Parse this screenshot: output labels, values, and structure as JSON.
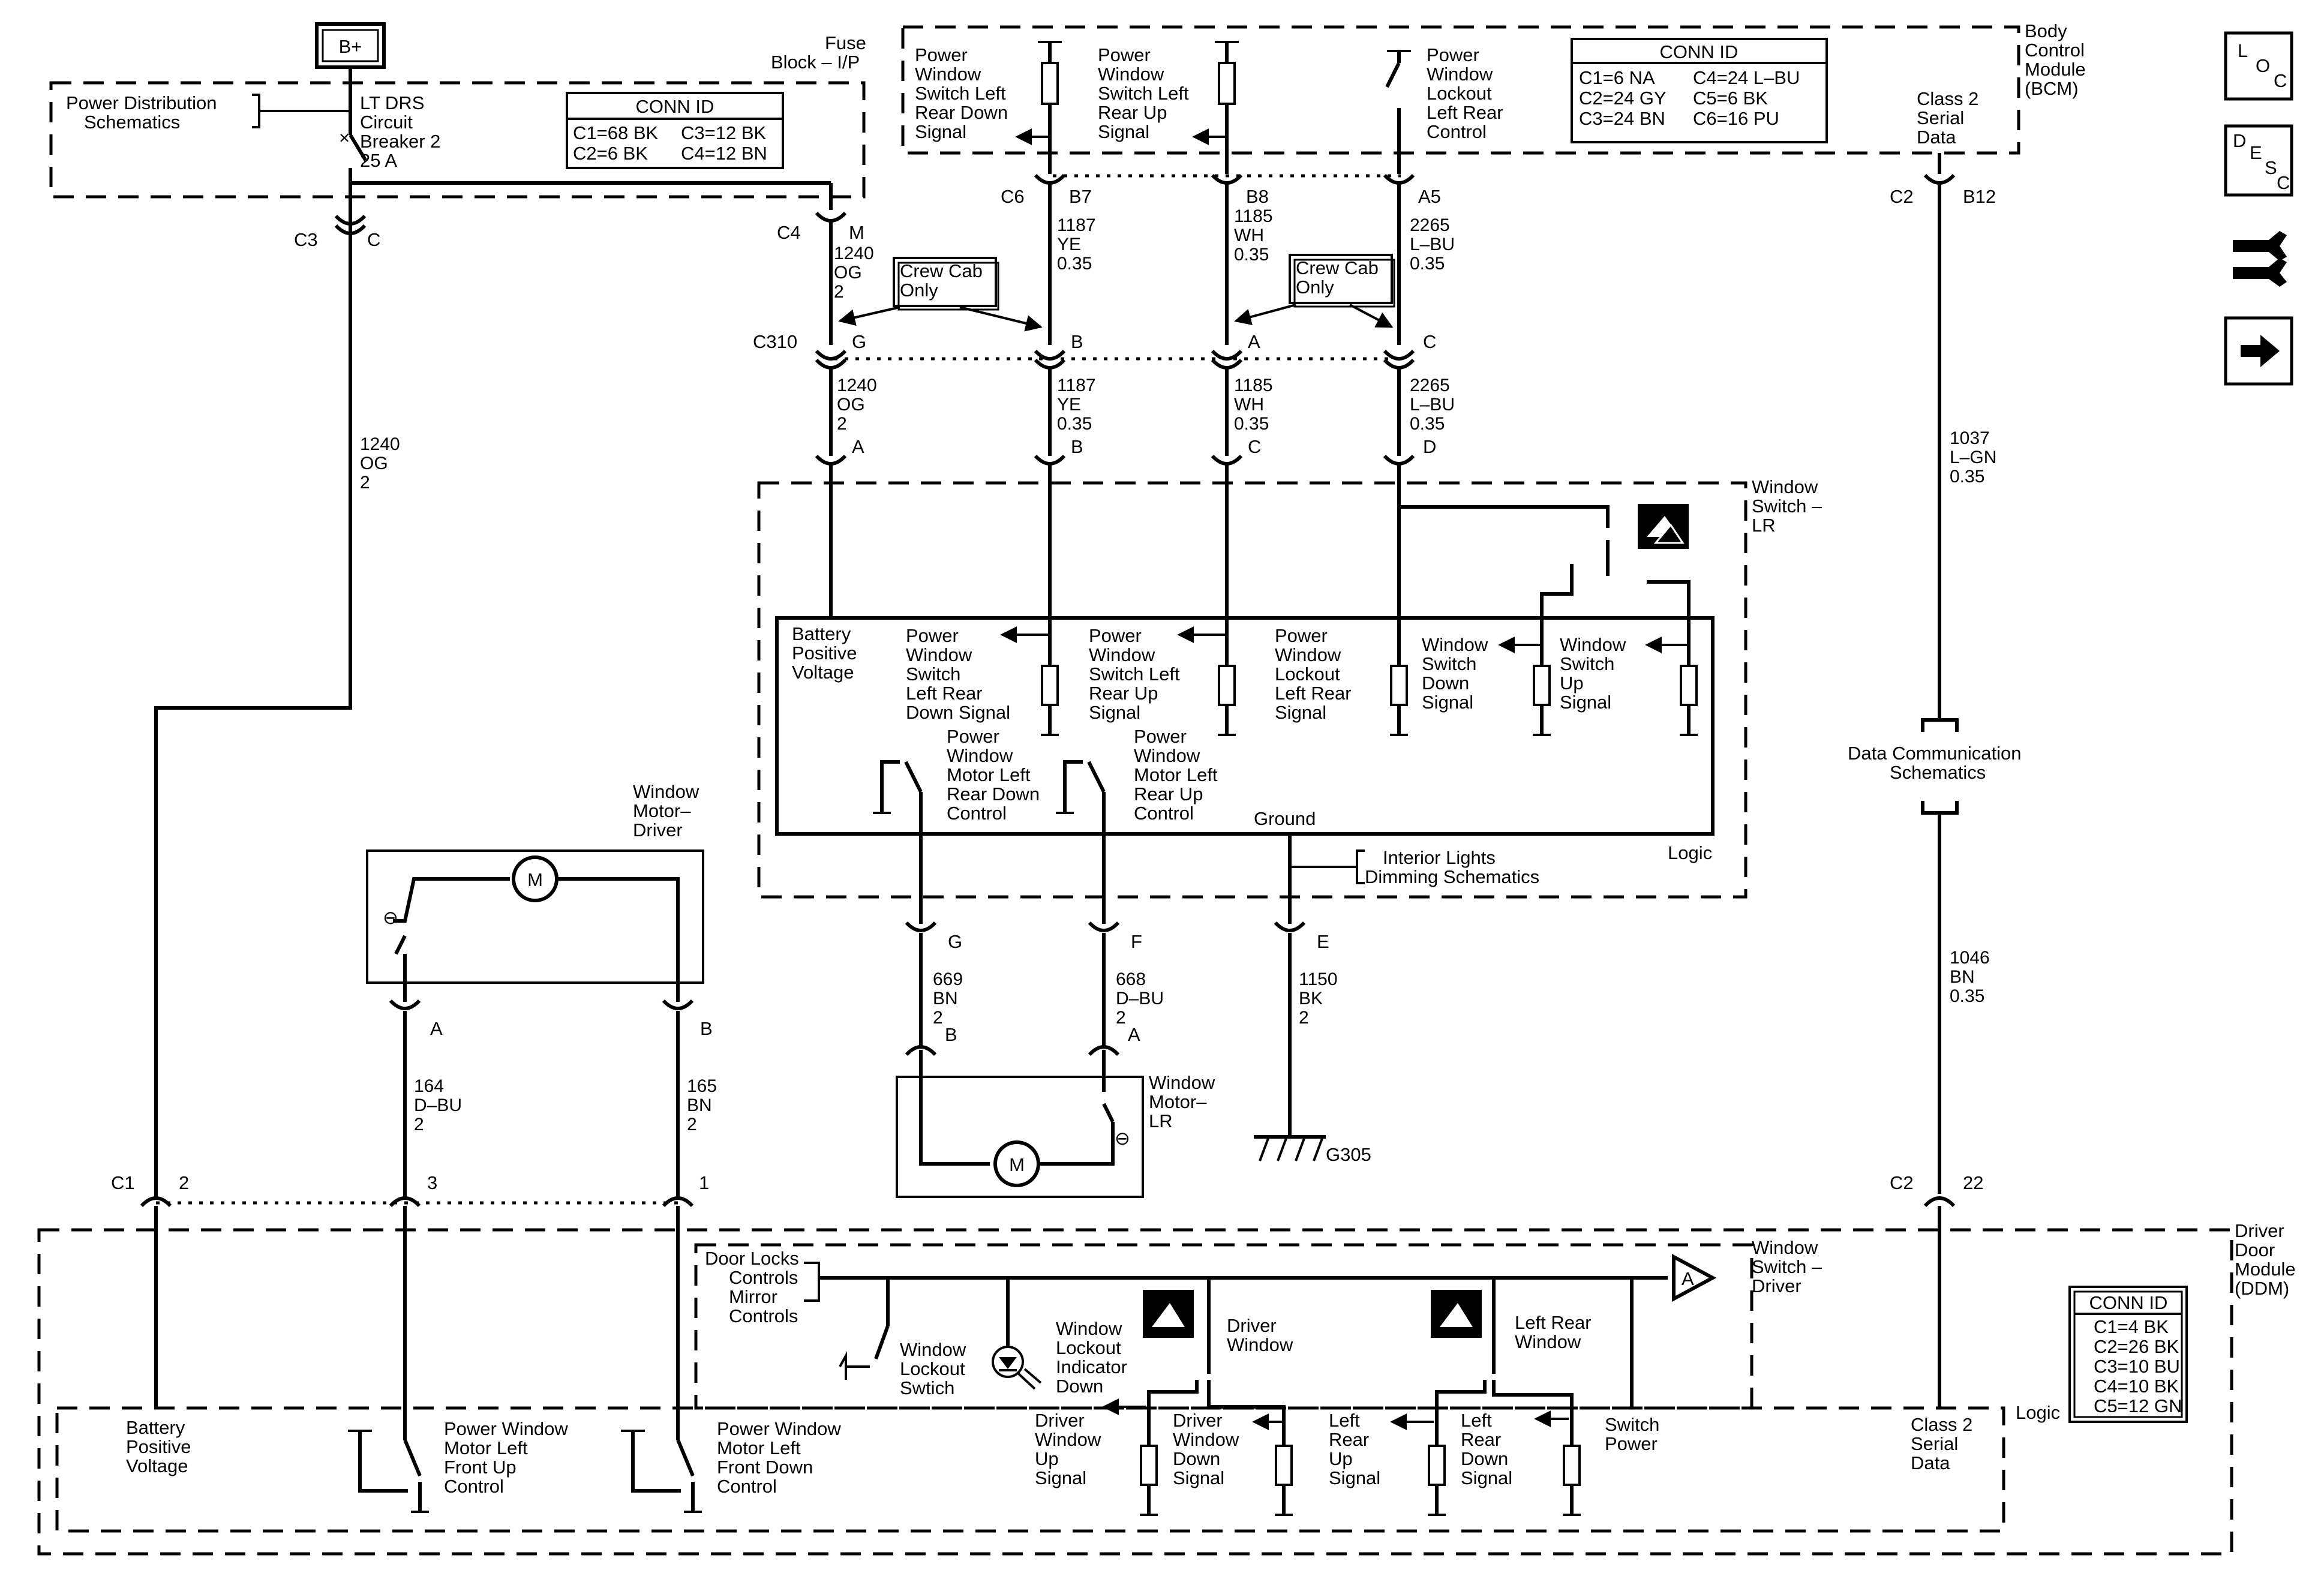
{
  "battery": "B+",
  "fuse_block": [
    "Fuse",
    "Block – I/P"
  ],
  "power_distribution": [
    "Power Distribution",
    "Schematics"
  ],
  "circuit_breaker": [
    "LT DRS",
    "Circuit",
    "Breaker 2",
    "25 A"
  ],
  "fuse_conn": {
    "title": "CONN ID",
    "rows": [
      [
        "C1=68 BK",
        "C3=12 BK"
      ],
      [
        "C2=6 BK",
        "C4=12 BN"
      ]
    ]
  },
  "bcm": {
    "name": [
      "Body",
      "Control",
      "Module",
      "(BCM)"
    ],
    "signals": [
      [
        "Power",
        "Window",
        "Switch Left",
        "Rear Down",
        "Signal"
      ],
      [
        "Power",
        "Window",
        "Switch Left",
        "Rear Up",
        "Signal"
      ],
      [
        "Power",
        "Window",
        "Lockout",
        "Left Rear",
        "Control"
      ]
    ],
    "class2": [
      "Class 2",
      "Serial",
      "Data"
    ],
    "conn": {
      "title": "CONN ID",
      "rows": [
        [
          "C1=6 NA",
          "C4=24 L–BU"
        ],
        [
          "C2=24 GY",
          "C5=6 BK"
        ],
        [
          "C3=24 BN",
          "C6=16 PU"
        ]
      ]
    }
  },
  "crew_cab": [
    "Crew Cab",
    "Only"
  ],
  "connectors": {
    "c3": "C3",
    "c": "C",
    "c4": "C4",
    "m": "M",
    "c6": "C6",
    "b7": "B7",
    "b8": "B8",
    "a5": "A5",
    "c2_top": "C2",
    "b12": "B12",
    "c310": "C310",
    "g": "G",
    "b": "B",
    "a": "A",
    "cc": "C",
    "ls_a": "A",
    "ls_b": "B",
    "ls_c": "C",
    "ls_d": "D",
    "ls_g": "G",
    "ls_f": "F",
    "ls_e": "E",
    "m_b": "B",
    "m_a": "A",
    "dm_a": "A",
    "dm_b": "B",
    "c1": "C1",
    "p2": "2",
    "p3": "3",
    "p1": "1",
    "c2_bot": "C2",
    "p22": "22"
  },
  "wires": {
    "w1240_main": [
      "1240",
      "OG",
      "2"
    ],
    "w1240_c4": [
      "1240",
      "OG",
      "2"
    ],
    "w1240_lr": [
      "1240",
      "OG",
      "2"
    ],
    "w1187_top": [
      "1187",
      "YE",
      "0.35"
    ],
    "w1187_bot": [
      "1187",
      "YE",
      "0.35"
    ],
    "w1185_top": [
      "1185",
      "WH",
      "0.35"
    ],
    "w1185_bot": [
      "1185",
      "WH",
      "0.35"
    ],
    "w2265_top": [
      "2265",
      "L–BU",
      "0.35"
    ],
    "w2265_bot": [
      "2265",
      "L–BU",
      "0.35"
    ],
    "w1037": [
      "1037",
      "L–GN",
      "0.35"
    ],
    "w1046": [
      "1046",
      "BN",
      "0.35"
    ],
    "w669": [
      "669",
      "BN",
      "2"
    ],
    "w668": [
      "668",
      "D–BU",
      "2"
    ],
    "w1150": [
      "1150",
      "BK",
      "2"
    ],
    "w164": [
      "164",
      "D–BU",
      "2"
    ],
    "w165": [
      "165",
      "BN",
      "2"
    ]
  },
  "window_switch_lr": {
    "name": [
      "Window",
      "Switch –",
      "LR"
    ],
    "batt": [
      "Battery",
      "Positive",
      "Voltage"
    ],
    "sig_down": [
      "Power",
      "Window",
      "Switch",
      "Left Rear",
      "Down Signal"
    ],
    "sig_up": [
      "Power",
      "Window",
      "Switch Left",
      "Rear Up",
      "Signal"
    ],
    "lockout": [
      "Power",
      "Window",
      "Lockout",
      "Left Rear",
      "Signal"
    ],
    "sw_down": [
      "Window",
      "Switch",
      "Down",
      "Signal"
    ],
    "sw_up": [
      "Window",
      "Switch",
      "Up",
      "Signal"
    ],
    "motor_down": [
      "Power",
      "Window",
      "Motor Left",
      "Rear Down",
      "Control"
    ],
    "motor_up": [
      "Power",
      "Window",
      "Motor Left",
      "Rear Up",
      "Control"
    ],
    "ground": "Ground",
    "logic": "Logic",
    "interior": [
      "Interior Lights",
      "Dimming Schematics"
    ]
  },
  "window_motor_driver": [
    "Window",
    "Motor–",
    "Driver"
  ],
  "window_motor_lr": [
    "Window",
    "Motor–",
    "LR"
  ],
  "motor_symbol": "M",
  "minus": "⊖",
  "ground_g305": "G305",
  "data_comm": [
    "Data Communication",
    "Schematics"
  ],
  "ddm": {
    "name": [
      "Driver",
      "Door",
      "Module",
      "(DDM)"
    ],
    "switch_driver": [
      "Window",
      "Switch –",
      "Driver"
    ],
    "door_locks": [
      "Door Locks",
      "Controls",
      "Mirror",
      "Controls"
    ],
    "lockout_switch": [
      "Window",
      "Lockout",
      "Swtich"
    ],
    "lockout_indicator": [
      "Window",
      "Lockout",
      "Indicator",
      "Down"
    ],
    "driver_window": [
      "Driver",
      "Window"
    ],
    "lr_window": [
      "Left Rear",
      "Window"
    ],
    "amp": "A",
    "logic": "Logic",
    "batt": [
      "Battery",
      "Positive",
      "Voltage"
    ],
    "front_up": [
      "Power Window",
      "Motor Left",
      "Front Up",
      "Control"
    ],
    "front_down": [
      "Power Window",
      "Motor Left",
      "Front Down",
      "Control"
    ],
    "drv_up": [
      "Driver",
      "Window",
      "Up",
      "Signal"
    ],
    "drv_down": [
      "Driver",
      "Window",
      "Down",
      "Signal"
    ],
    "lr_up": [
      "Left",
      "Rear",
      "Up",
      "Signal"
    ],
    "lr_down": [
      "Left",
      "Rear",
      "Down",
      "Signal"
    ],
    "switch_power": [
      "Switch",
      "Power"
    ],
    "class2": [
      "Class 2",
      "Serial",
      "Data"
    ],
    "conn": {
      "title": "CONN ID",
      "rows": [
        "C1=4 BK",
        "C2=26 BK",
        "C3=10 BU",
        "C4=10 BK",
        "C5=12 GN"
      ]
    }
  },
  "nav": {
    "loc": [
      "L",
      "O",
      "C"
    ],
    "desc": [
      "D",
      "E",
      "S",
      "C"
    ],
    "wrench": "wrench-icon",
    "arrow": "arrow-right-icon"
  }
}
